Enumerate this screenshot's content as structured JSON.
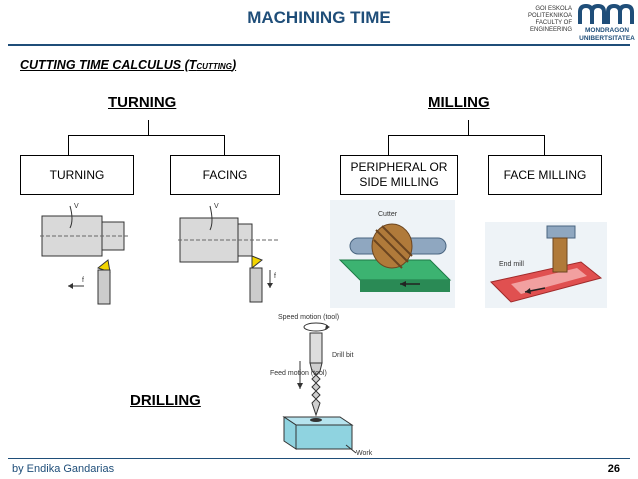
{
  "header": {
    "title": "MACHINING TIME",
    "logo_lines": [
      "GOI ESKOLA",
      "POLITEKNIKOA",
      "FACULTY OF",
      "ENGINEERING"
    ],
    "logo_name_lines": [
      "MONDRAGON",
      "UNIBERTSITATEA"
    ]
  },
  "subtitle": {
    "text": "CUTTING TIME CALCULUS (",
    "symbol": "T",
    "subscript": "CUTTING",
    "close": ")"
  },
  "turning": {
    "heading": "TURNING",
    "boxes": [
      "TURNING",
      "FACING"
    ],
    "fig1_labels": [
      "V",
      "f"
    ],
    "fig2_labels": [
      "V",
      "f"
    ]
  },
  "milling": {
    "heading": "MILLING",
    "boxes": [
      "PERIPHERAL OR SIDE MILLING",
      "FACE MILLING"
    ],
    "fig1_labels": [
      "Cutter"
    ],
    "fig2_labels": [
      "End mill"
    ]
  },
  "drilling": {
    "heading": "DRILLING",
    "labels": [
      "Speed motion (tool)",
      "Drill bit",
      "Feed motion (tool)",
      "Work"
    ]
  },
  "footer": {
    "author": "by Endika Gandarias",
    "page": "26"
  },
  "colors": {
    "accent": "#1f4e79",
    "work_green": "#3cb371",
    "work_red": "#e05050",
    "cutter_brown": "#b07a3a",
    "block_cyan": "#8fd3e0"
  }
}
